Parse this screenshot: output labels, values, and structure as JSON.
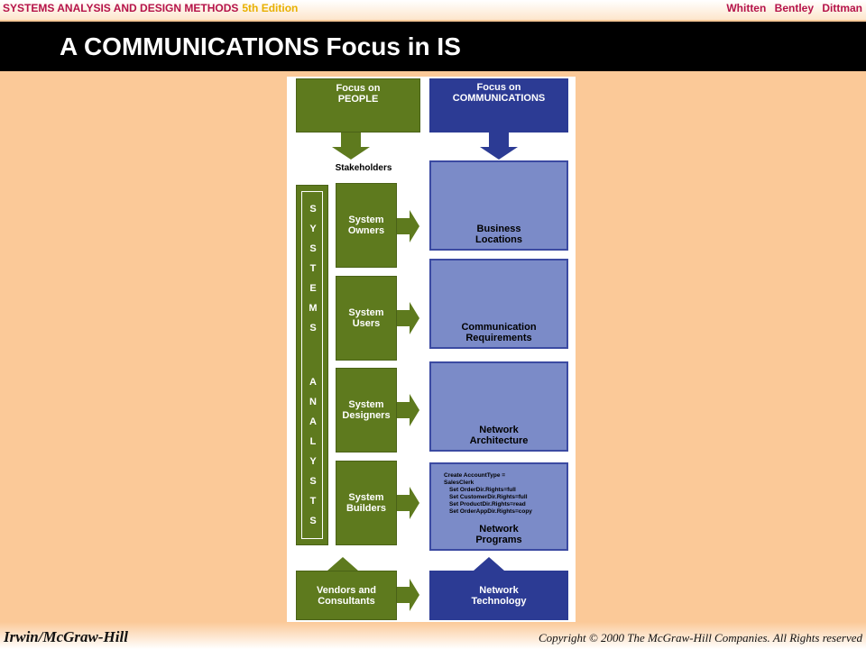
{
  "header": {
    "book_title": "SYSTEMS ANALYSIS AND DESIGN METHODS",
    "edition": "5th Edition",
    "authors": "Whitten Bentley Dittman"
  },
  "slide_title": "A COMMUNICATIONS  Focus in IS",
  "diagram": {
    "focus_people": "Focus on PEOPLE",
    "focus_communications": "Focus on COMMUNICATIONS",
    "stakeholders_label": "Stakeholders",
    "systems_analysts_letters": [
      "S",
      "Y",
      "S",
      "T",
      "E",
      "M",
      "S",
      "A",
      "N",
      "A",
      "L",
      "Y",
      "S",
      "T",
      "S"
    ],
    "stakeholders": [
      {
        "label": "System Owners",
        "panel": "Business Locations"
      },
      {
        "label": "System Users",
        "panel": "Communication Requirements"
      },
      {
        "label": "System Designers",
        "panel": "Network Architecture"
      },
      {
        "label": "System Builders",
        "panel": "Network Programs"
      }
    ],
    "vendors": "Vendors and Consultants",
    "technology": "Network Technology",
    "program_code": [
      "Create AccountType =",
      "SalesClerk",
      "Set OrderDir.Rights=full",
      "Set CustomerDir.Rights=full",
      "Set ProductDir.Rights=read",
      "Set OrderAppDir.Rights=copy"
    ]
  },
  "footer": {
    "publisher": "Irwin/McGraw-Hill",
    "copyright": "Copyright © 2000 The McGraw-Hill Companies. All Rights reserved"
  },
  "colors": {
    "background": "#fbc998",
    "green": "#5e7a1e",
    "blue": "#2c3b94",
    "panel": "#7b8bc8",
    "header_text": "#b5134a",
    "edition_text": "#e8b000"
  }
}
